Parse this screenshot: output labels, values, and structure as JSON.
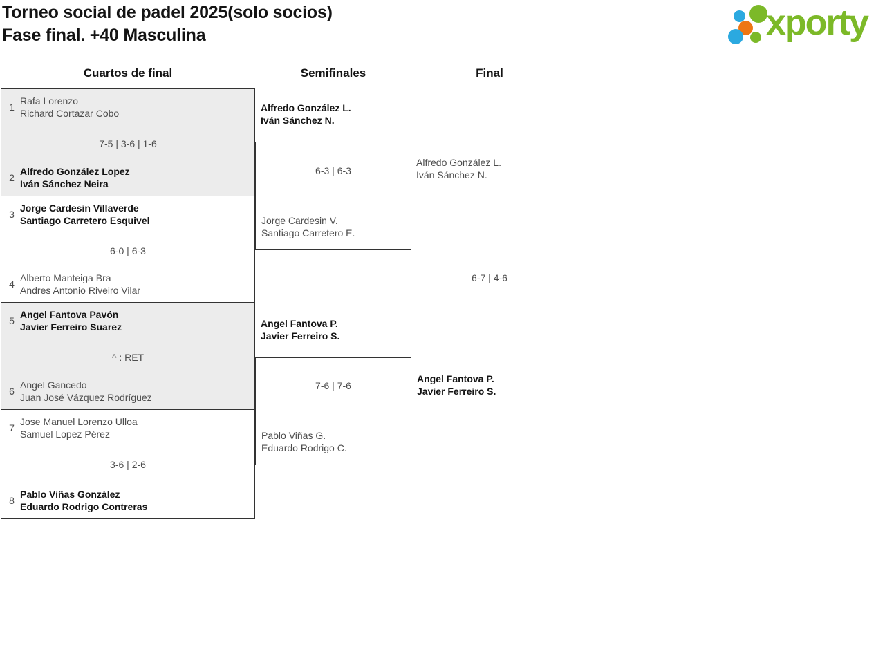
{
  "title": {
    "line1": "Torneo social de padel 2025(solo socios)",
    "line2": "Fase final. +40 Masculina"
  },
  "logo": {
    "text": "xporty",
    "colors": {
      "green": "#7cb928",
      "blue": "#2ba9e0",
      "orange": "#ee7613"
    }
  },
  "colors": {
    "box_fill_grey": "#ececec",
    "border": "#333333",
    "winner_text": "#141414",
    "loser_text": "#4d4d4d"
  },
  "rounds": {
    "quarterfinals_label": "Cuartos de final",
    "semifinals_label": "Semifinales",
    "final_label": "Final"
  },
  "bracket": {
    "quarterfinals": [
      {
        "seed_top": "1",
        "team_top": [
          "Rafa Lorenzo",
          "Richard Cortazar Cobo"
        ],
        "top_winner": false,
        "score": "7-5 | 3-6 | 1-6",
        "seed_bottom": "2",
        "team_bottom": [
          "Alfredo González Lopez",
          "Iván Sánchez Neira"
        ],
        "bottom_winner": true
      },
      {
        "seed_top": "3",
        "team_top": [
          "Jorge Cardesin Villaverde",
          "Santiago Carretero Esquivel"
        ],
        "top_winner": true,
        "score": "6-0 | 6-3",
        "seed_bottom": "4",
        "team_bottom": [
          "Alberto Manteiga Bra",
          "Andres Antonio Riveiro Vilar"
        ],
        "bottom_winner": false
      },
      {
        "seed_top": "5",
        "team_top": [
          "Angel Fantova Pavón",
          "Javier Ferreiro Suarez"
        ],
        "top_winner": true,
        "score": "^ : RET",
        "seed_bottom": "6",
        "team_bottom": [
          "Angel Gancedo",
          "Juan José Vázquez Rodríguez"
        ],
        "bottom_winner": false
      },
      {
        "seed_top": "7",
        "team_top": [
          "Jose Manuel Lorenzo Ulloa",
          "Samuel Lopez Pérez"
        ],
        "top_winner": false,
        "score": "3-6 | 2-6",
        "seed_bottom": "8",
        "team_bottom": [
          "Pablo Viñas González",
          "Eduardo Rodrigo Contreras"
        ],
        "bottom_winner": true
      }
    ],
    "semifinals": [
      {
        "team_top": [
          "Alfredo González L.",
          "Iván Sánchez N."
        ],
        "top_winner": true,
        "score": "6-3 | 6-3",
        "team_bottom": [
          "Jorge Cardesin V.",
          "Santiago Carretero E."
        ],
        "bottom_winner": false
      },
      {
        "team_top": [
          "Angel Fantova P.",
          "Javier Ferreiro S."
        ],
        "top_winner": true,
        "score": "7-6 | 7-6",
        "team_bottom": [
          "Pablo Viñas G.",
          "Eduardo Rodrigo C."
        ],
        "bottom_winner": false
      }
    ],
    "final": {
      "team_top": [
        "Alfredo González L.",
        "Iván Sánchez N."
      ],
      "top_winner": false,
      "score": "6-7 | 4-6",
      "team_bottom": [
        "Angel Fantova P.",
        "Javier Ferreiro S."
      ],
      "bottom_winner": true
    }
  }
}
